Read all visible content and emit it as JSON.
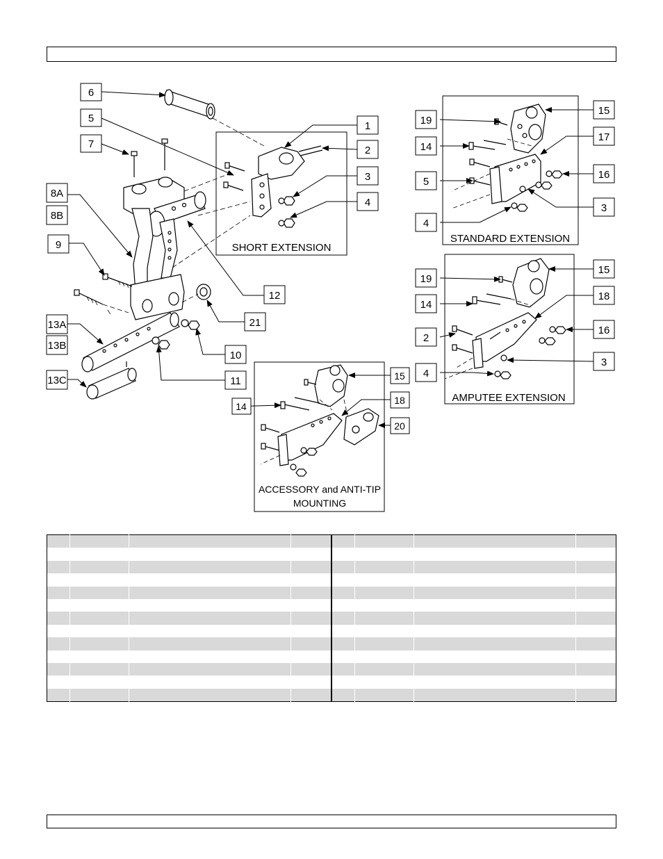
{
  "header": {
    "text": ""
  },
  "footer": {
    "text": ""
  },
  "callouts": {
    "c1": "1",
    "c2": "2",
    "c3": "3",
    "c4": "4",
    "c5": "5",
    "c6": "6",
    "c7": "7",
    "c8a": "8A",
    "c8b": "8B",
    "c9": "9",
    "c10": "10",
    "c11": "11",
    "c12": "12",
    "c13a": "13A",
    "c13b": "13B",
    "c13c": "13C",
    "c21": "21",
    "std19": "19",
    "std14": "14",
    "std5": "5",
    "std4": "4",
    "std15": "15",
    "std17": "17",
    "std16": "16",
    "std3": "3",
    "amp19": "19",
    "amp14": "14",
    "amp2": "2",
    "amp4": "4",
    "amp15": "15",
    "amp18": "18",
    "amp16": "16",
    "amp3": "3",
    "acc15": "15",
    "acc14": "14",
    "acc18": "18",
    "acc20": "20"
  },
  "panels": {
    "short_extension": "SHORT EXTENSION",
    "standard_extension": "STANDARD EXTENSION",
    "amputee_extension": "AMPUTEE EXTENSION",
    "accessory_line1": "ACCESSORY and ANTI-TIP",
    "accessory_line2": "MOUNTING"
  },
  "parts_table": {
    "rows": 13,
    "columns": 4
  }
}
